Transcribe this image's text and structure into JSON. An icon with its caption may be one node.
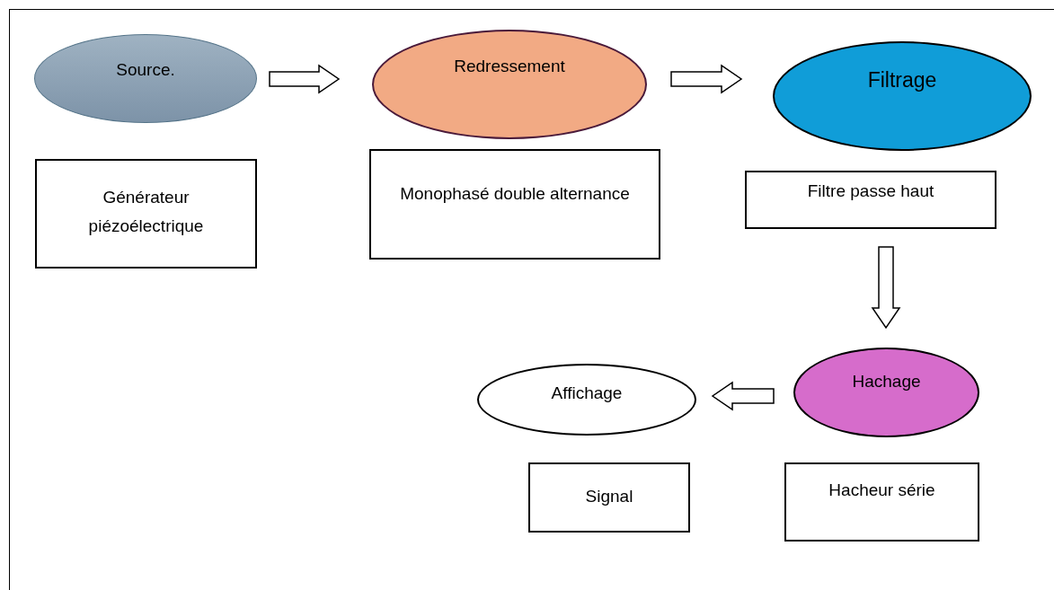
{
  "diagram": {
    "nodes": [
      {
        "text": [
          "Source."
        ]
      },
      {
        "text": [
          "Redressement"
        ]
      },
      {
        "text": [
          "Filtrage"
        ]
      },
      {
        "text": [
          "Générateur piézoélectrique"
        ]
      },
      {
        "text": [
          "Monophasé double alternance"
        ]
      },
      {
        "text": [
          "Filtre passe haut"
        ]
      },
      {
        "text": [
          "Affichage"
        ]
      },
      {
        "text": [
          "Hachage"
        ]
      },
      {
        "text": [
          "Signal"
        ]
      },
      {
        "text": [
          "Hacheur série"
        ]
      }
    ],
    "edges": [
      {
        "from": 0,
        "to": 1,
        "arrow": "to"
      },
      {
        "from": 1,
        "to": 2,
        "arrow": "to"
      },
      {
        "from": 5,
        "to": 7,
        "arrow": "to"
      },
      {
        "from": 7,
        "to": 6,
        "arrow": "to"
      }
    ]
  }
}
